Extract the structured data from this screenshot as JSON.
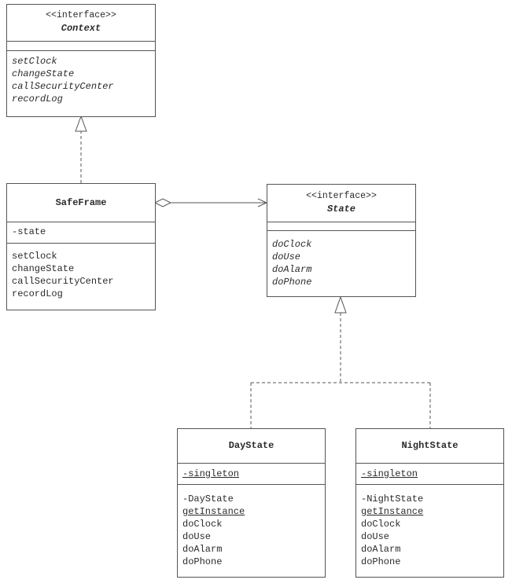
{
  "context": {
    "stereotype": "<<interface>>",
    "name": "Context",
    "operations": [
      "setClock",
      "changeState",
      "callSecurityCenter",
      "recordLog"
    ]
  },
  "safe_frame": {
    "name": "SafeFrame",
    "attributes": [
      "-state"
    ],
    "operations": [
      "setClock",
      "changeState",
      "callSecurityCenter",
      "recordLog"
    ]
  },
  "state": {
    "stereotype": "<<interface>>",
    "name": "State",
    "operations": [
      "doClock",
      "doUse",
      "doAlarm",
      "doPhone"
    ]
  },
  "day_state": {
    "name": "DayState",
    "attributes": [
      "-singleton"
    ],
    "operations": [
      "-DayState",
      "getInstance",
      "doClock",
      "doUse",
      "doAlarm",
      "doPhone"
    ]
  },
  "night_state": {
    "name": "NightState",
    "attributes": [
      "-singleton"
    ],
    "operations": [
      "-NightState",
      "getInstance",
      "doClock",
      "doUse",
      "doAlarm",
      "doPhone"
    ]
  }
}
